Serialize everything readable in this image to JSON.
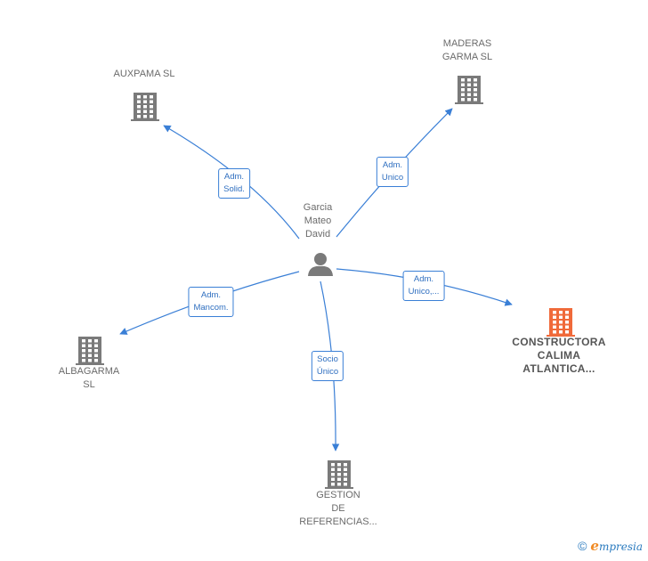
{
  "colors": {
    "edge": "#3a7fd6",
    "company": "#7a7a7a",
    "company_highlight": "#f06a3a",
    "person": "#7a7a7a"
  },
  "nodes": {
    "person": {
      "lines": [
        "Garcia",
        "Mateo",
        "David"
      ],
      "icon": "person-icon"
    },
    "auxpama": {
      "lines": [
        "AUXPAMA SL"
      ],
      "icon": "building-icon"
    },
    "maderas": {
      "lines": [
        "MADERAS",
        "GARMA SL"
      ],
      "icon": "building-icon"
    },
    "constructora": {
      "lines": [
        "CONSTRUCTORA",
        "CALIMA",
        "ATLANTICA..."
      ],
      "icon": "building-icon"
    },
    "albagarma": {
      "lines": [
        "ALBAGARMA",
        "SL"
      ],
      "icon": "building-icon"
    },
    "gestion": {
      "lines": [
        "GESTION",
        "DE",
        "REFERENCIAS..."
      ],
      "icon": "building-icon"
    }
  },
  "edges": [
    {
      "id": "auxpama",
      "lines": [
        "Adm.",
        "Solid."
      ]
    },
    {
      "id": "maderas",
      "lines": [
        "Adm.",
        "Unico"
      ]
    },
    {
      "id": "constructora",
      "lines": [
        "Adm.",
        "Unico,..."
      ]
    },
    {
      "id": "albagarma",
      "lines": [
        "Adm.",
        "Mancom."
      ]
    },
    {
      "id": "gestion",
      "lines": [
        "Socio",
        "Único"
      ]
    }
  ],
  "footer": {
    "copyright": "©",
    "brand_initial": "e",
    "brand_rest": "mpresia"
  }
}
